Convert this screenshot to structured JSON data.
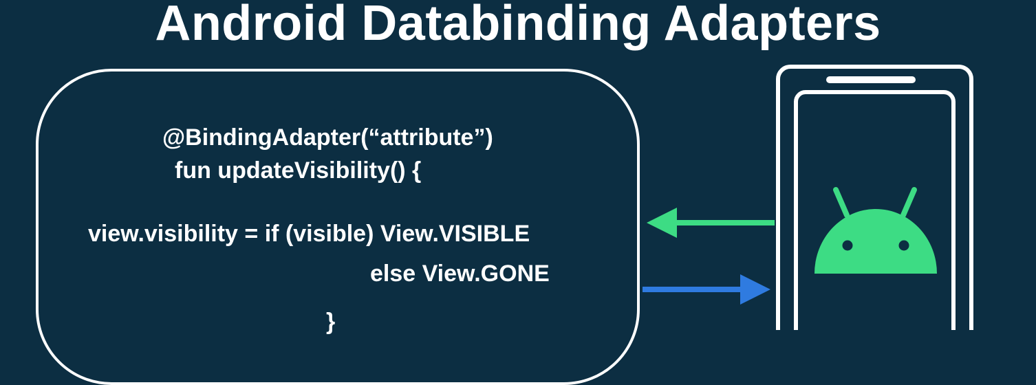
{
  "title": "Android Databinding Adapters",
  "code": {
    "annotation": "@BindingAdapter(“attribute”)",
    "function_signature": "fun updateVisibility() {",
    "assignment": "view.visibility = if  (visible) View.VISIBLE",
    "else_branch": "else View.GONE",
    "closing_brace": "}"
  },
  "icons": {
    "phone": "phone-icon",
    "android": "android-robot-icon",
    "arrow_left": "arrow-left-icon",
    "arrow_right": "arrow-right-icon"
  },
  "colors": {
    "background": "#0c2e42",
    "android_green": "#3ddc84",
    "arrow_green": "#3ddc84",
    "arrow_blue": "#2f7be0",
    "text": "#ffffff"
  }
}
